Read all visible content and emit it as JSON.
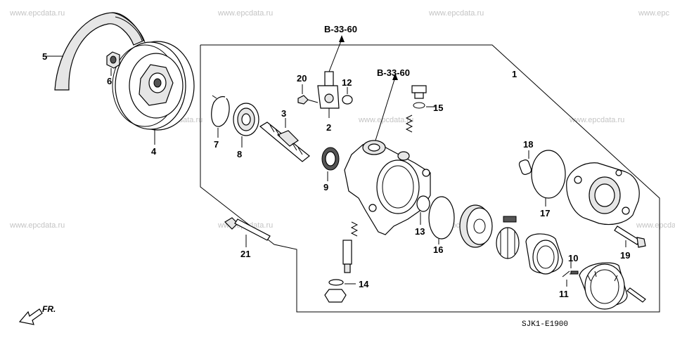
{
  "watermarks": [
    "www.epcdata.ru",
    "www.epcdata.ru",
    "www.epcdata.ru",
    "www.epc",
    "www.epcdata.ru",
    "www.epcdata.ru",
    "www.epcdata.ru",
    "www.epcdata.ru",
    "www.epcdata.ru",
    "www.epcdata.ru",
    "www.epcdata.ru"
  ],
  "references": [
    "B-33-60",
    "B-33-60"
  ],
  "callouts": [
    "1",
    "2",
    "3",
    "4",
    "5",
    "6",
    "7",
    "8",
    "9",
    "10",
    "11",
    "12",
    "13",
    "14",
    "15",
    "16",
    "17",
    "18",
    "19",
    "20",
    "21"
  ],
  "direction_label": "FR.",
  "diagram_code": "SJK1-E1900"
}
